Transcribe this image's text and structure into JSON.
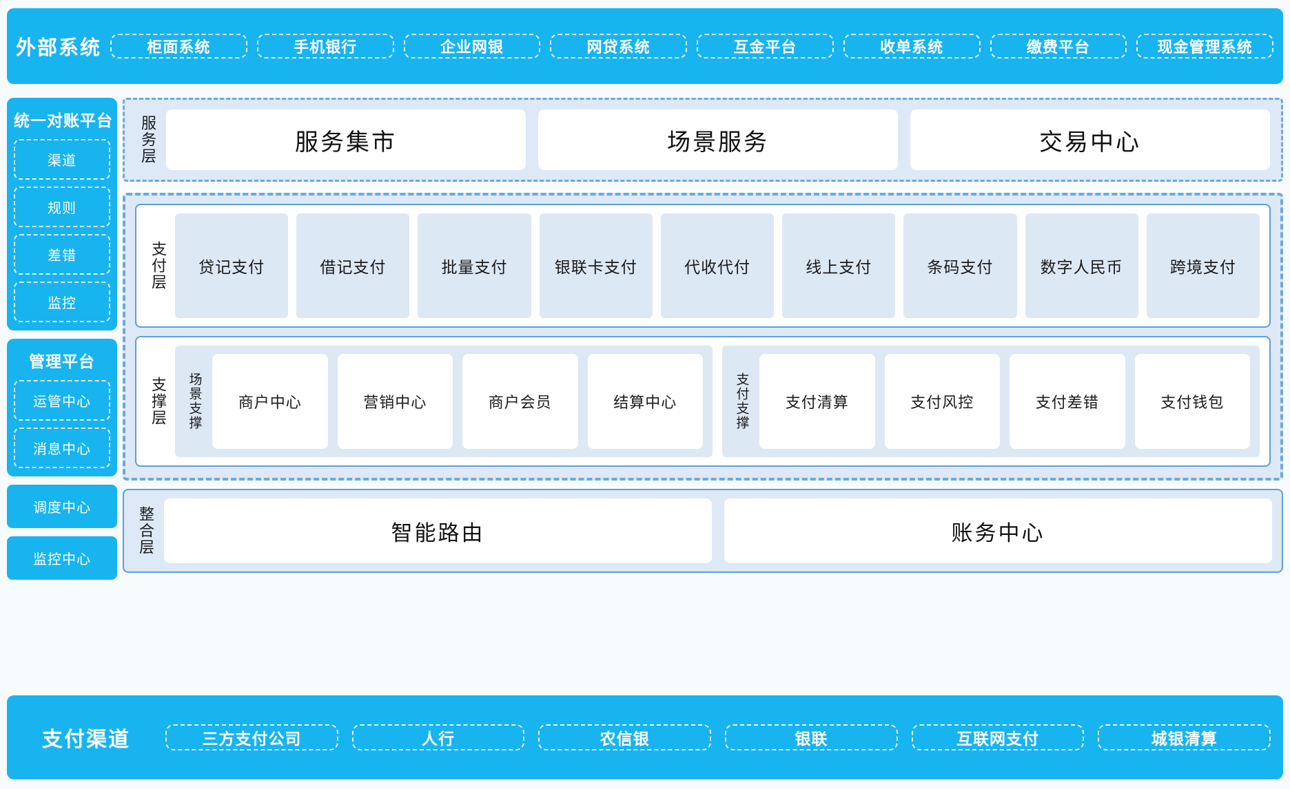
{
  "external": {
    "title": "外部系统",
    "items": [
      {
        "label": "柜面系统"
      },
      {
        "label": "手机银行"
      },
      {
        "label": "企业网银"
      },
      {
        "label": "网贷系统"
      },
      {
        "label": "互金平台"
      },
      {
        "label": "收单系统"
      },
      {
        "label": "缴费平台"
      },
      {
        "label": "现金管理系统"
      }
    ]
  },
  "sidebar": {
    "reconciliation": {
      "title": "统一对账平台",
      "items": [
        {
          "label": "渠道"
        },
        {
          "label": "规则"
        },
        {
          "label": "差错"
        },
        {
          "label": "监控"
        }
      ]
    },
    "management": {
      "title": "管理平台",
      "items": [
        {
          "label": "运管中心"
        },
        {
          "label": "消息中心"
        }
      ]
    },
    "standalone": [
      {
        "label": "调度中心"
      },
      {
        "label": "监控中心"
      }
    ]
  },
  "service_layer": {
    "label": "服务层",
    "cards": [
      {
        "label": "服务集市"
      },
      {
        "label": "场景服务"
      },
      {
        "label": "交易中心"
      }
    ]
  },
  "payment_layer": {
    "label": "支付层",
    "cells": [
      {
        "label": "贷记支付"
      },
      {
        "label": "借记支付"
      },
      {
        "label": "批量支付"
      },
      {
        "label": "银联卡支付"
      },
      {
        "label": "代收代付"
      },
      {
        "label": "线上支付"
      },
      {
        "label": "条码支付"
      },
      {
        "label": "数字人民币"
      },
      {
        "label": "跨境支付"
      }
    ]
  },
  "support_layer": {
    "label": "支撑层",
    "groups": [
      {
        "label": "场景支撑",
        "cells": [
          {
            "label": "商户中心"
          },
          {
            "label": "营销中心"
          },
          {
            "label": "商户会员"
          },
          {
            "label": "结算中心"
          }
        ]
      },
      {
        "label": "支付支撑",
        "cells": [
          {
            "label": "支付清算"
          },
          {
            "label": "支付风控"
          },
          {
            "label": "支付差错"
          },
          {
            "label": "支付钱包"
          }
        ]
      }
    ]
  },
  "integration_layer": {
    "label": "整合层",
    "cards": [
      {
        "label": "智能路由"
      },
      {
        "label": "账务中心"
      }
    ]
  },
  "channels": {
    "title": "支付渠道",
    "items": [
      {
        "label": "三方支付公司"
      },
      {
        "label": "人行"
      },
      {
        "label": "农信银"
      },
      {
        "label": "银联"
      },
      {
        "label": "互联网支付"
      },
      {
        "label": "城银清算"
      }
    ]
  },
  "colors": {
    "brand_blue": "#17b4f0",
    "panel_blue": "#dde9f7",
    "border_blue": "#6aa9e0",
    "card_white": "#ffffff",
    "cell_blue": "#dde8f5",
    "background": "#f7fbfd"
  }
}
